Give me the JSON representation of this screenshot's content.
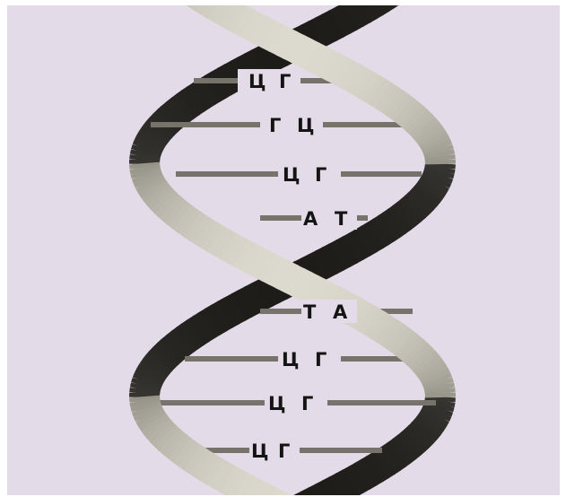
{
  "figure": {
    "subject": "DNA double helix",
    "base_pairs": [
      {
        "left": "Ц",
        "right": "Г"
      },
      {
        "left": "Г",
        "right": "Ц"
      },
      {
        "left": "Ц",
        "right": "Г"
      },
      {
        "left": "А",
        "right": "Т"
      },
      {
        "left": "Т",
        "right": "А"
      },
      {
        "left": "Ц",
        "right": "Г"
      },
      {
        "left": "Ц",
        "right": "Г"
      },
      {
        "left": "Ц",
        "right": "Г"
      }
    ],
    "colors": {
      "background": "#e3dbe7",
      "strand_front_light": "#d6d4c8",
      "strand_front_mid": "#a4a294",
      "strand_back": "#2c2a26",
      "rung": "#75736a",
      "label": "#141414"
    }
  }
}
